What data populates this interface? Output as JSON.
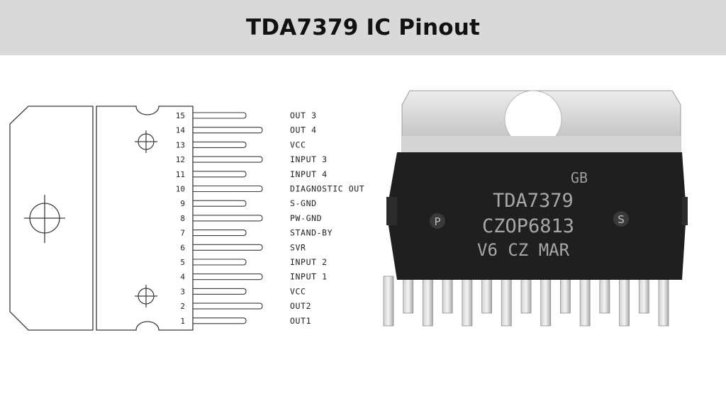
{
  "title": "TDA7379 IC Pinout",
  "pins": [
    {
      "number": "15",
      "label": "OUT 3"
    },
    {
      "number": "14",
      "label": "OUT 4"
    },
    {
      "number": "13",
      "label": "VCC"
    },
    {
      "number": "12",
      "label": "INPUT 3"
    },
    {
      "number": "11",
      "label": "INPUT 4"
    },
    {
      "number": "10",
      "label": "DIAGNOSTIC OUT"
    },
    {
      "number": "9",
      "label": "S-GND"
    },
    {
      "number": "8",
      "label": "PW-GND"
    },
    {
      "number": "7",
      "label": "STAND-BY"
    },
    {
      "number": "6",
      "label": "SVR"
    },
    {
      "number": "5",
      "label": "INPUT 2"
    },
    {
      "number": "4",
      "label": "INPUT 1"
    },
    {
      "number": "3",
      "label": "VCC"
    },
    {
      "number": "2",
      "label": "OUT2"
    },
    {
      "number": "1",
      "label": "OUT1"
    }
  ],
  "chip": {
    "line1": "GB",
    "line2": "TDA7379",
    "line3": "CZOP6813",
    "line4": "V6 CZ MAR",
    "pin_one_mark": "P",
    "logo_mark": "S",
    "package_color": "#1f1f1f",
    "heatsink_color": "#c9c9c9"
  }
}
